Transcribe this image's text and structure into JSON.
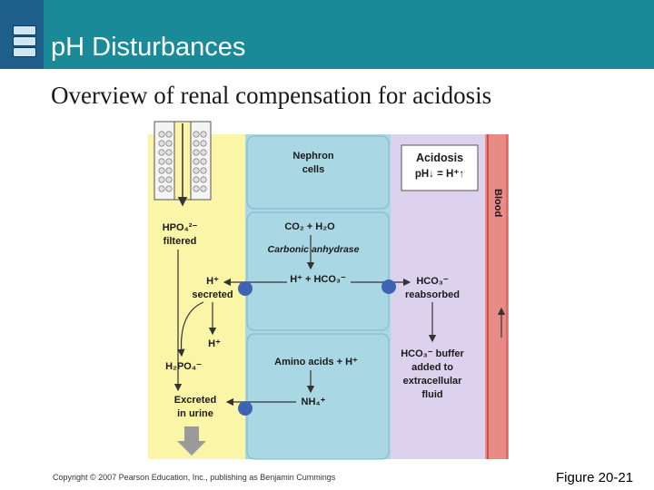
{
  "header": {
    "title": "pH Disturbances"
  },
  "subtitle": "Overview of renal compensation for acidosis",
  "diagram": {
    "nephron_cells": [
      "Nephron",
      "cells"
    ],
    "acidosis_title": "Acidosis",
    "acidosis_eq": "pH↓ = H⁺↑",
    "blood": "Blood",
    "hpo4": [
      "HPO₄²⁻",
      "filtered"
    ],
    "co2_h2o": "CO₂ + H₂O",
    "carbonic_anhydrase": "Carbonic anhydrase",
    "h_hco3": "H⁺ + HCO₃⁻",
    "h_secreted": [
      "H⁺",
      "secreted"
    ],
    "hco3_reabsorbed": [
      "HCO₃⁻",
      "reabsorbed"
    ],
    "h_plus": "H⁺",
    "h2po4": "H₂PO₄⁻",
    "amino_acids": "Amino acids + H⁺",
    "hco3_buffer": [
      "HCO₃⁻ buffer",
      "added to",
      "extracellular",
      "fluid"
    ],
    "excreted": [
      "Excreted",
      "in urine"
    ],
    "nh4": "NH₄⁺"
  },
  "footer": {
    "copyright": "Copyright © 2007 Pearson Education, Inc., publishing as Benjamin Cummings",
    "figure": "Figure 20-21"
  },
  "colors": {
    "header": "#1a8a99",
    "lumen": "#fbf5a8",
    "cells": "#a9d7e4",
    "interstitial": "#dcd2ee",
    "blood": "#e88a85",
    "transporter": "#3f63b3"
  }
}
